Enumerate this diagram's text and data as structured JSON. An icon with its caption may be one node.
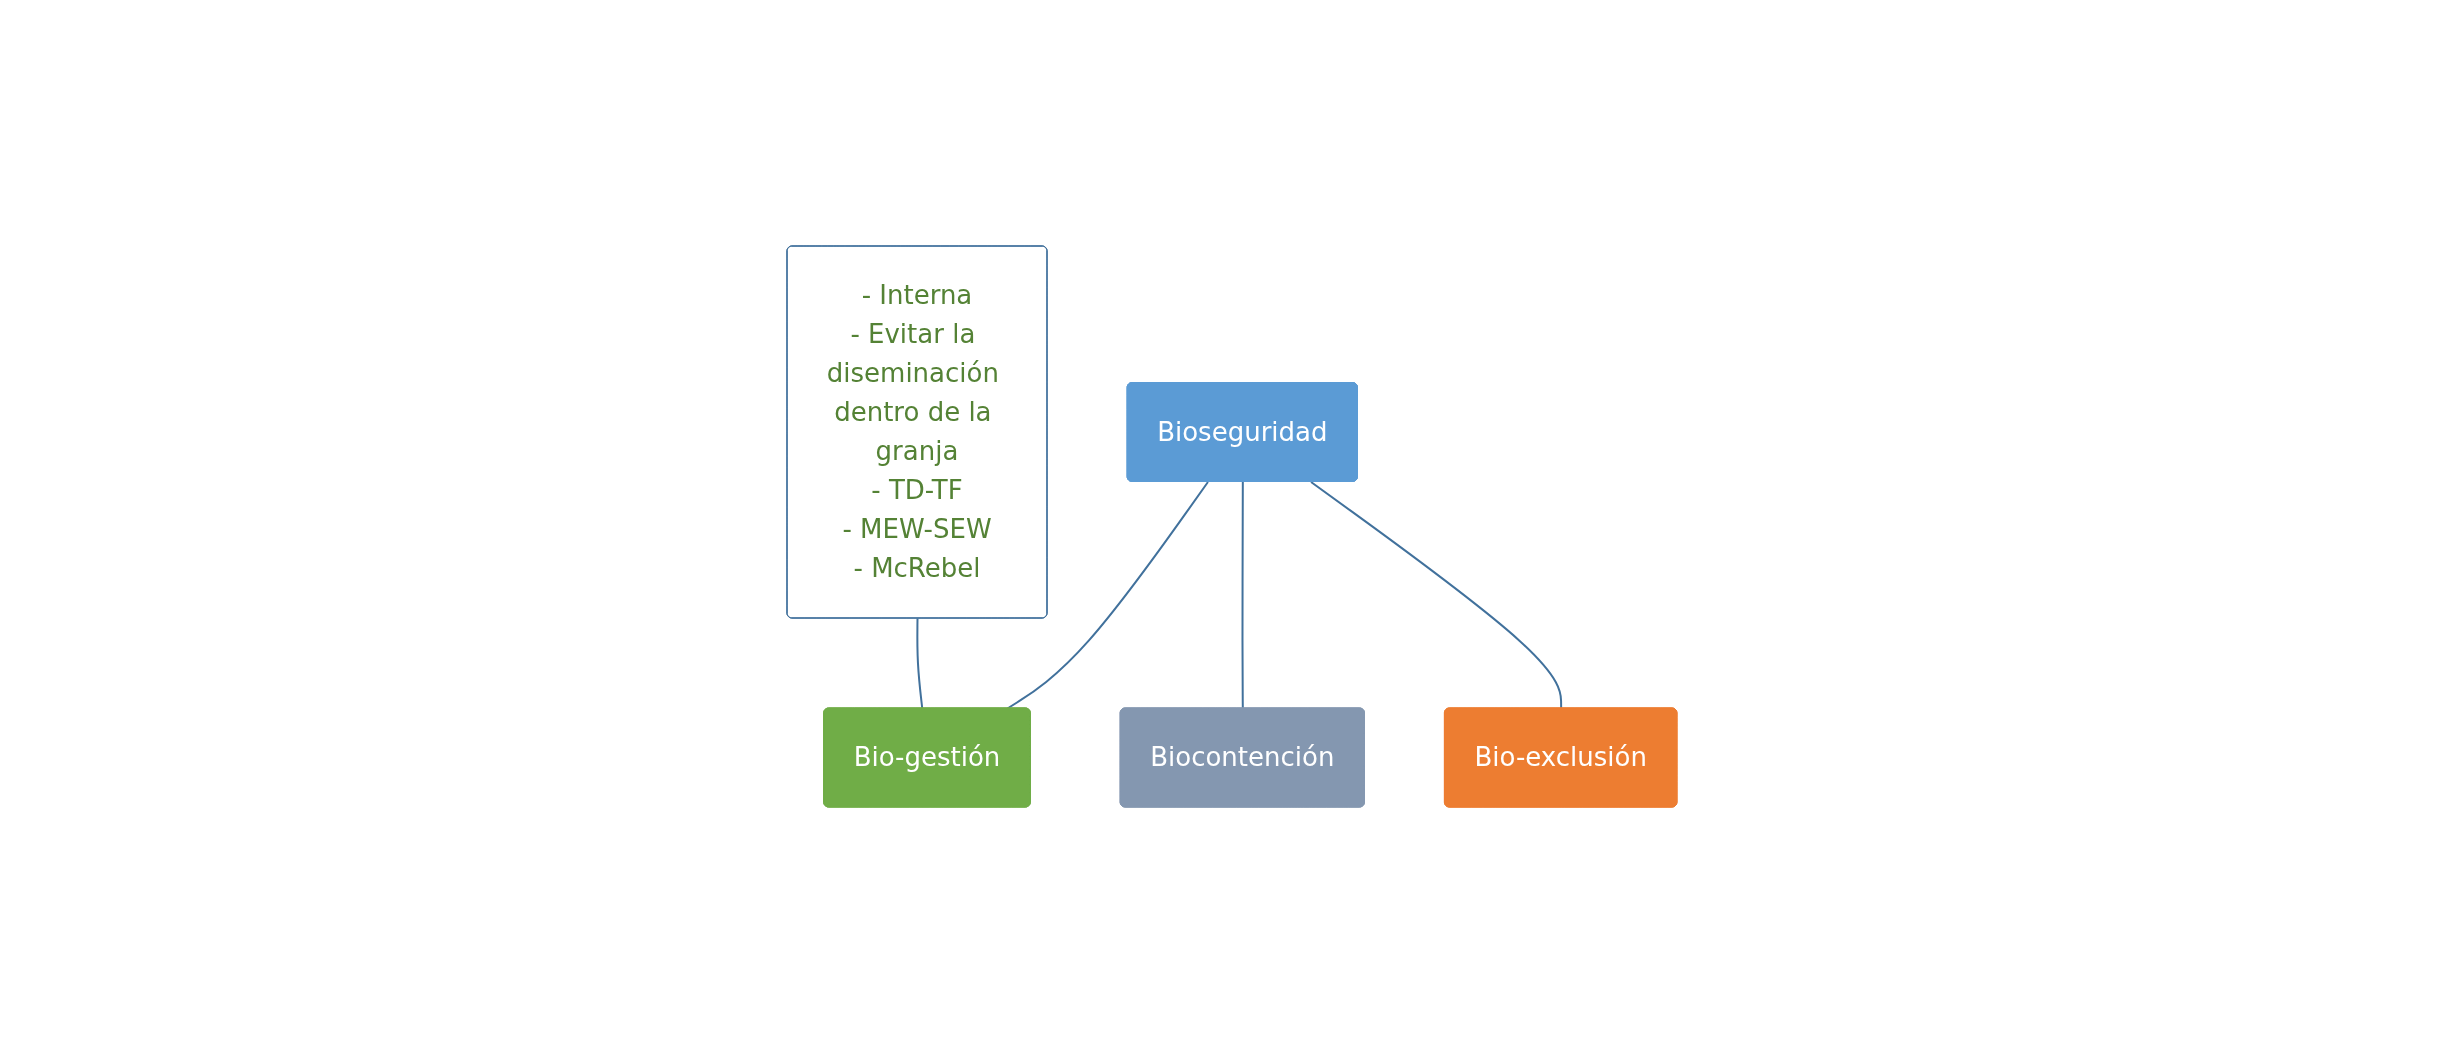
{
  "diagram": {
    "nodes": [
      {
        "text": [
          "Bio-exclusión"
        ]
      },
      {
        "text": [
          "- Interna",
          "- Evitar la diseminación dentro de la granja",
          "- TD-TF",
          "- MEW-SEW",
          "- McRebel"
        ]
      },
      {
        "text": [
          "Bioseguridad"
        ]
      },
      {
        "text": [
          "Biocontención"
        ]
      },
      {
        "text": [
          "Bio-gestión"
        ]
      }
    ],
    "edges": [
      {
        "from": 2,
        "to": 0,
        "arrow": "none"
      },
      {
        "from": 2,
        "to": 3,
        "arrow": "none"
      },
      {
        "from": 2,
        "to": 4,
        "arrow": "none"
      },
      {
        "from": 1,
        "to": 4,
        "arrow": "none"
      }
    ]
  }
}
